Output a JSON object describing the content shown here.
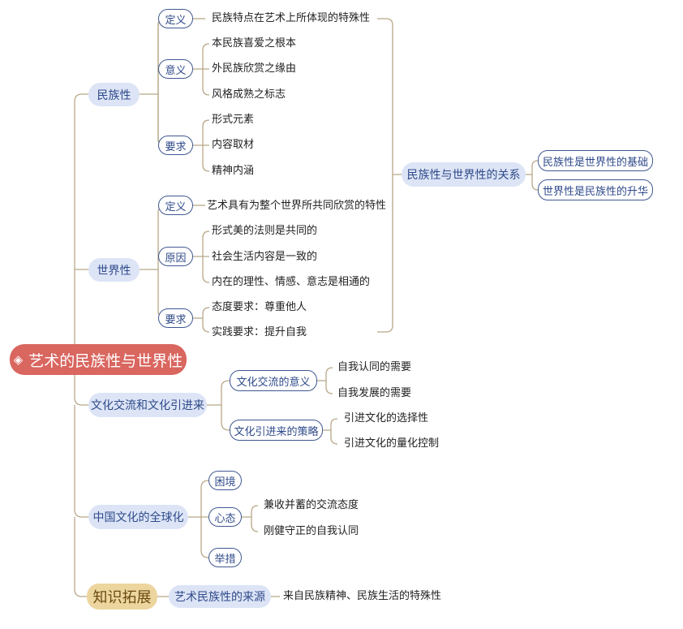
{
  "root": {
    "title": "艺术的民族性与世界性",
    "icon": "diamond-icon"
  },
  "branches": {
    "minzuxing": {
      "label": "民族性",
      "definition": {
        "label": "定义",
        "text": "民族特点在艺术上所体现的特殊性"
      },
      "meaning": {
        "label": "意义",
        "items": [
          "本民族喜爱之根本",
          "外民族欣赏之缘由",
          "风格成熟之标志"
        ]
      },
      "requirement": {
        "label": "要求",
        "items": [
          "形式元素",
          "内容取材",
          "精神内涵"
        ]
      }
    },
    "shijiexing": {
      "label": "世界性",
      "definition": {
        "label": "定义",
        "text": "艺术具有为整个世界所共同欣赏的特性"
      },
      "reason": {
        "label": "原因",
        "items": [
          "形式美的法则是共同的",
          "社会生活内容是一致的",
          "内在的理性、情感、意志是相通的"
        ]
      },
      "requirement": {
        "label": "要求",
        "items": [
          "态度要求：尊重他人",
          "实践要求：提升自我"
        ]
      }
    },
    "relation": {
      "label": "民族性与世界性的关系",
      "items": [
        "民族性是世界性的基础",
        "世界性是民族性的升华"
      ]
    },
    "exchange": {
      "label": "文化交流和文化引进来",
      "meaning": {
        "label": "文化交流的意义",
        "items": [
          "自我认同的需要",
          "自我发展的需要"
        ]
      },
      "strategy": {
        "label": "文化引进来的策略",
        "items": [
          "引进文化的选择性",
          "引进文化的量化控制"
        ]
      }
    },
    "globalization": {
      "label": "中国文化的全球化",
      "dilemma": "困境",
      "mentality": {
        "label": "心态",
        "items": [
          "兼收并蓄的交流态度",
          "刚健守正的自我认同"
        ]
      },
      "measures": "举措"
    },
    "extension": {
      "label": "知识拓展",
      "source": {
        "label": "艺术民族性的来源",
        "text": "来自民族精神、民族生活的特殊性"
      }
    }
  },
  "colors": {
    "line": "#b8a888",
    "root_fill": "#d9665f",
    "pill_fill": "#dce4f6",
    "outline": "#3f5790",
    "gold_fill": "#ecd59e"
  }
}
